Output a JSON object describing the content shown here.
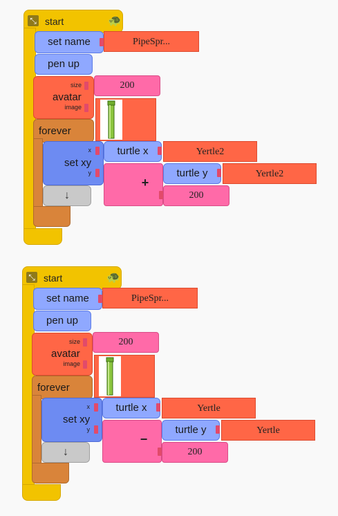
{
  "scripts": [
    {
      "hat_label": "start",
      "set_name_label": "set name",
      "name_value": "PipeSpr...",
      "pen_up_label": "pen up",
      "avatar_label": "avatar",
      "size_label": "size",
      "image_label": "image",
      "size_value": "200",
      "forever_label": "forever",
      "set_xy_label": "set xy",
      "x_label": "x",
      "y_label": "y",
      "turtle_x_label": "turtle x",
      "turtle_x_target": "Yertle2",
      "operator": "+",
      "turtle_y_label": "turtle y",
      "turtle_y_target": "Yertle2",
      "offset_value": "200",
      "arrow": "↓"
    },
    {
      "hat_label": "start",
      "set_name_label": "set name",
      "name_value": "PipeSpr...",
      "pen_up_label": "pen up",
      "avatar_label": "avatar",
      "size_label": "size",
      "image_label": "image",
      "size_value": "200",
      "forever_label": "forever",
      "set_xy_label": "set xy",
      "x_label": "x",
      "y_label": "y",
      "turtle_x_label": "turtle x",
      "turtle_x_target": "Yertle",
      "operator": "−",
      "turtle_y_label": "turtle y",
      "turtle_y_target": "Yertle",
      "offset_value": "200",
      "arrow": "↓"
    }
  ],
  "colors": {
    "hat": "#f2c300",
    "motion": "#8fa8ff",
    "looks": "#ff6646",
    "control": "#d9843a",
    "operator": "#ff6aa8"
  },
  "icons": {
    "hat_icon": "collapse-icon",
    "turtle_icon": "turtle-icon",
    "pipe_image": "pipe-sprite-image"
  }
}
